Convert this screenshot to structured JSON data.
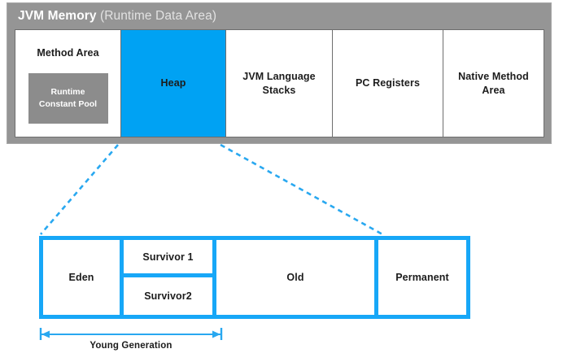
{
  "diagram": {
    "title_main": "JVM Memory",
    "title_sub": "(Runtime Data Area)",
    "accent_color": "#17a7f7",
    "heap_color": "#00a2f3",
    "container_color": "#959595",
    "nested_box_color": "#8c8c8c"
  },
  "runtime_data_areas": [
    {
      "name": "method-area",
      "label": "Method Area",
      "highlighted": false
    },
    {
      "name": "heap",
      "label": "Heap",
      "highlighted": true
    },
    {
      "name": "stacks",
      "label": "JVM Language\nStacks",
      "highlighted": false
    },
    {
      "name": "pc-registers",
      "label": "PC Registers",
      "highlighted": false
    },
    {
      "name": "native",
      "label": "Native Method\nArea",
      "highlighted": false
    }
  ],
  "method_area": {
    "nested_box_label": "Runtime\nConstant Pool"
  },
  "region_labels": {
    "method_area": "Method Area",
    "heap": "Heap",
    "stacks_line1": "JVM Language",
    "stacks_line2": "Stacks",
    "pc_registers": "PC Registers",
    "native_line1": "Native Method",
    "native_line2": "Area",
    "runtime_constant_pool_line1": "Runtime",
    "runtime_constant_pool_line2": "Constant Pool"
  },
  "heap_detail": {
    "cells": [
      {
        "name": "eden",
        "label": "Eden"
      },
      {
        "name": "survivor1",
        "label": "Survivor 1"
      },
      {
        "name": "survivor2",
        "label": "Survivor2"
      },
      {
        "name": "old",
        "label": "Old"
      },
      {
        "name": "permanent",
        "label": "Permanent"
      }
    ],
    "eden_label": "Eden",
    "survivor1_label": "Survivor 1",
    "survivor2_label": "Survivor2",
    "old_label": "Old",
    "permanent_label": "Permanent"
  },
  "annotation": {
    "young_generation_label": "Young Generation",
    "spans": [
      "eden",
      "survivor1",
      "survivor2"
    ]
  }
}
